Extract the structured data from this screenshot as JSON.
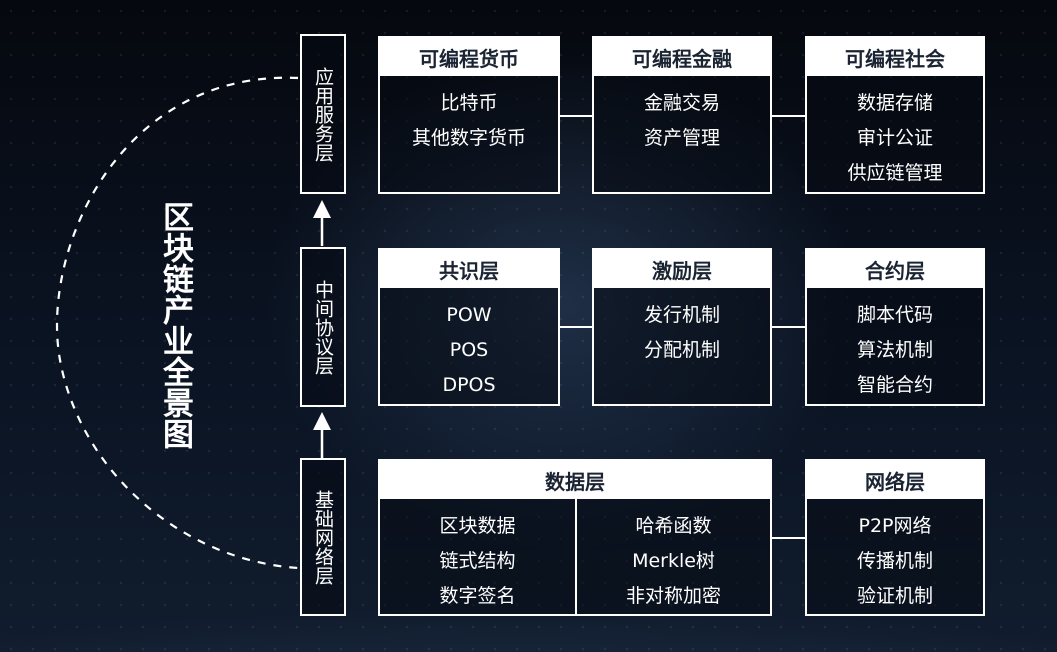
{
  "title": "区块链产业全景图",
  "layers": [
    {
      "label": "应用服务层",
      "boxes": [
        {
          "title": "可编程货币",
          "items": [
            "比特币",
            "其他数字货币"
          ]
        },
        {
          "title": "可编程金融",
          "items": [
            "金融交易",
            "资产管理"
          ]
        },
        {
          "title": "可编程社会",
          "items": [
            "数据存储",
            "审计公证",
            "供应链管理"
          ]
        }
      ]
    },
    {
      "label": "中间协议层",
      "boxes": [
        {
          "title": "共识层",
          "items": [
            "POW",
            "POS",
            "DPOS"
          ]
        },
        {
          "title": "激励层",
          "items": [
            "发行机制",
            "分配机制"
          ]
        },
        {
          "title": "合约层",
          "items": [
            "脚本代码",
            "算法机制",
            "智能合约"
          ]
        }
      ]
    },
    {
      "label": "基础网络层",
      "boxes": [
        {
          "title": "数据层",
          "left_items": [
            "区块数据",
            "链式结构",
            "数字签名"
          ],
          "right_items": [
            "哈希函数",
            "Merkle树",
            "非对称加密"
          ]
        },
        {
          "title": "网络层",
          "items": [
            "P2P网络",
            "传播机制",
            "验证机制"
          ]
        }
      ]
    }
  ]
}
